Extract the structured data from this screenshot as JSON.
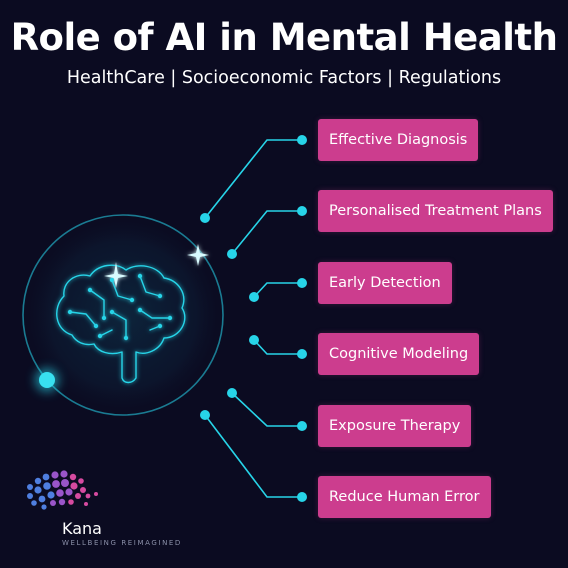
{
  "header": {
    "title": "Role of AI in Mental Health",
    "subtitle": "HealthCare | Socioeconomic Factors | Regulations"
  },
  "roles": [
    {
      "label": "Effective Diagnosis"
    },
    {
      "label": "Personalised Treatment Plans"
    },
    {
      "label": "Early Detection"
    },
    {
      "label": "Cognitive Modeling"
    },
    {
      "label": "Exposure Therapy"
    },
    {
      "label": "Reduce Human Error"
    }
  ],
  "graphic": {
    "icon": "brain-circuit-icon"
  },
  "brand": {
    "name": "Kana",
    "tagline": "WELLBEING REIMAGINED",
    "logo_icon": "dotted-brain-logo-icon"
  },
  "colors": {
    "background": "#0b0b21",
    "accent_cyan": "#27d4e8",
    "pill_pink": "#cc3d8e"
  }
}
